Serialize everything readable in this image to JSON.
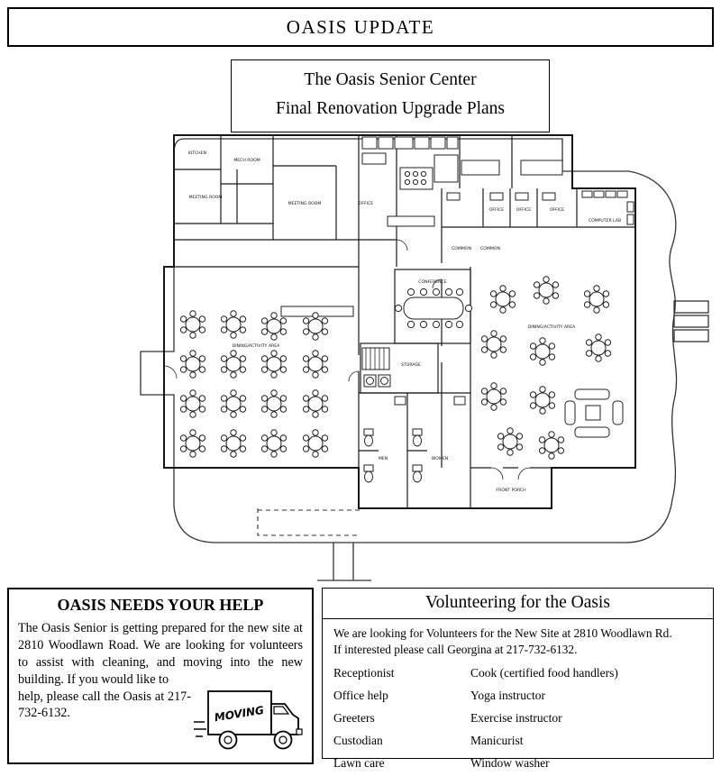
{
  "header": {
    "title": "OASIS UPDATE"
  },
  "plan_title": {
    "line1": "The Oasis Senior Center",
    "line2": "Final Renovation Upgrade Plans"
  },
  "floor_plan": {
    "labels": {
      "kitchen": "KITCHEN",
      "mech_room": "MECH ROOM",
      "meeting_room_1": "MEETING ROOM",
      "meeting_room_2": "MEETING ROOM",
      "office_1": "OFFICE",
      "office_2": "OFFICE",
      "office_3": "OFFICE",
      "office_4": "OFFICE",
      "computer_lab": "COMPUTER LAB",
      "common_1": "COMMON",
      "common_2": "COMMON",
      "conference": "CONFERENCE",
      "storage": "STORAGE",
      "dining_left": "DINING/ACTIVITY AREA",
      "dining_right": "DINING/ACTIVITY AREA",
      "men": "MEN",
      "women": "WOMEN",
      "front_porch": "FRONT PORCH"
    }
  },
  "help_box": {
    "title": "OASIS NEEDS YOUR HELP",
    "body_part1": "The Oasis Senior is getting prepared for the new site at 2810 Woodlawn Road.  We are looking for volunteers to assist with cleaning, and moving into the new building.  If you would like to",
    "body_part2": "help, please call the Oasis at 217-732-6132.",
    "truck_label": "MOVING"
  },
  "volunteer_box": {
    "title": "Volunteering for the Oasis",
    "intro_line1": "We are looking for Volunteers for the New Site at 2810 Woodlawn Rd.",
    "intro_line2": "If interested please call Georgina at 217-732-6132.",
    "roles": [
      {
        "left": "Receptionist",
        "right": "Cook (certified food handlers)"
      },
      {
        "left": "Office help",
        "right": "Yoga instructor"
      },
      {
        "left": "Greeters",
        "right": "Exercise instructor"
      },
      {
        "left": "Custodian",
        "right": "Manicurist"
      },
      {
        "left": "Lawn care",
        "right": "Window washer"
      }
    ]
  }
}
